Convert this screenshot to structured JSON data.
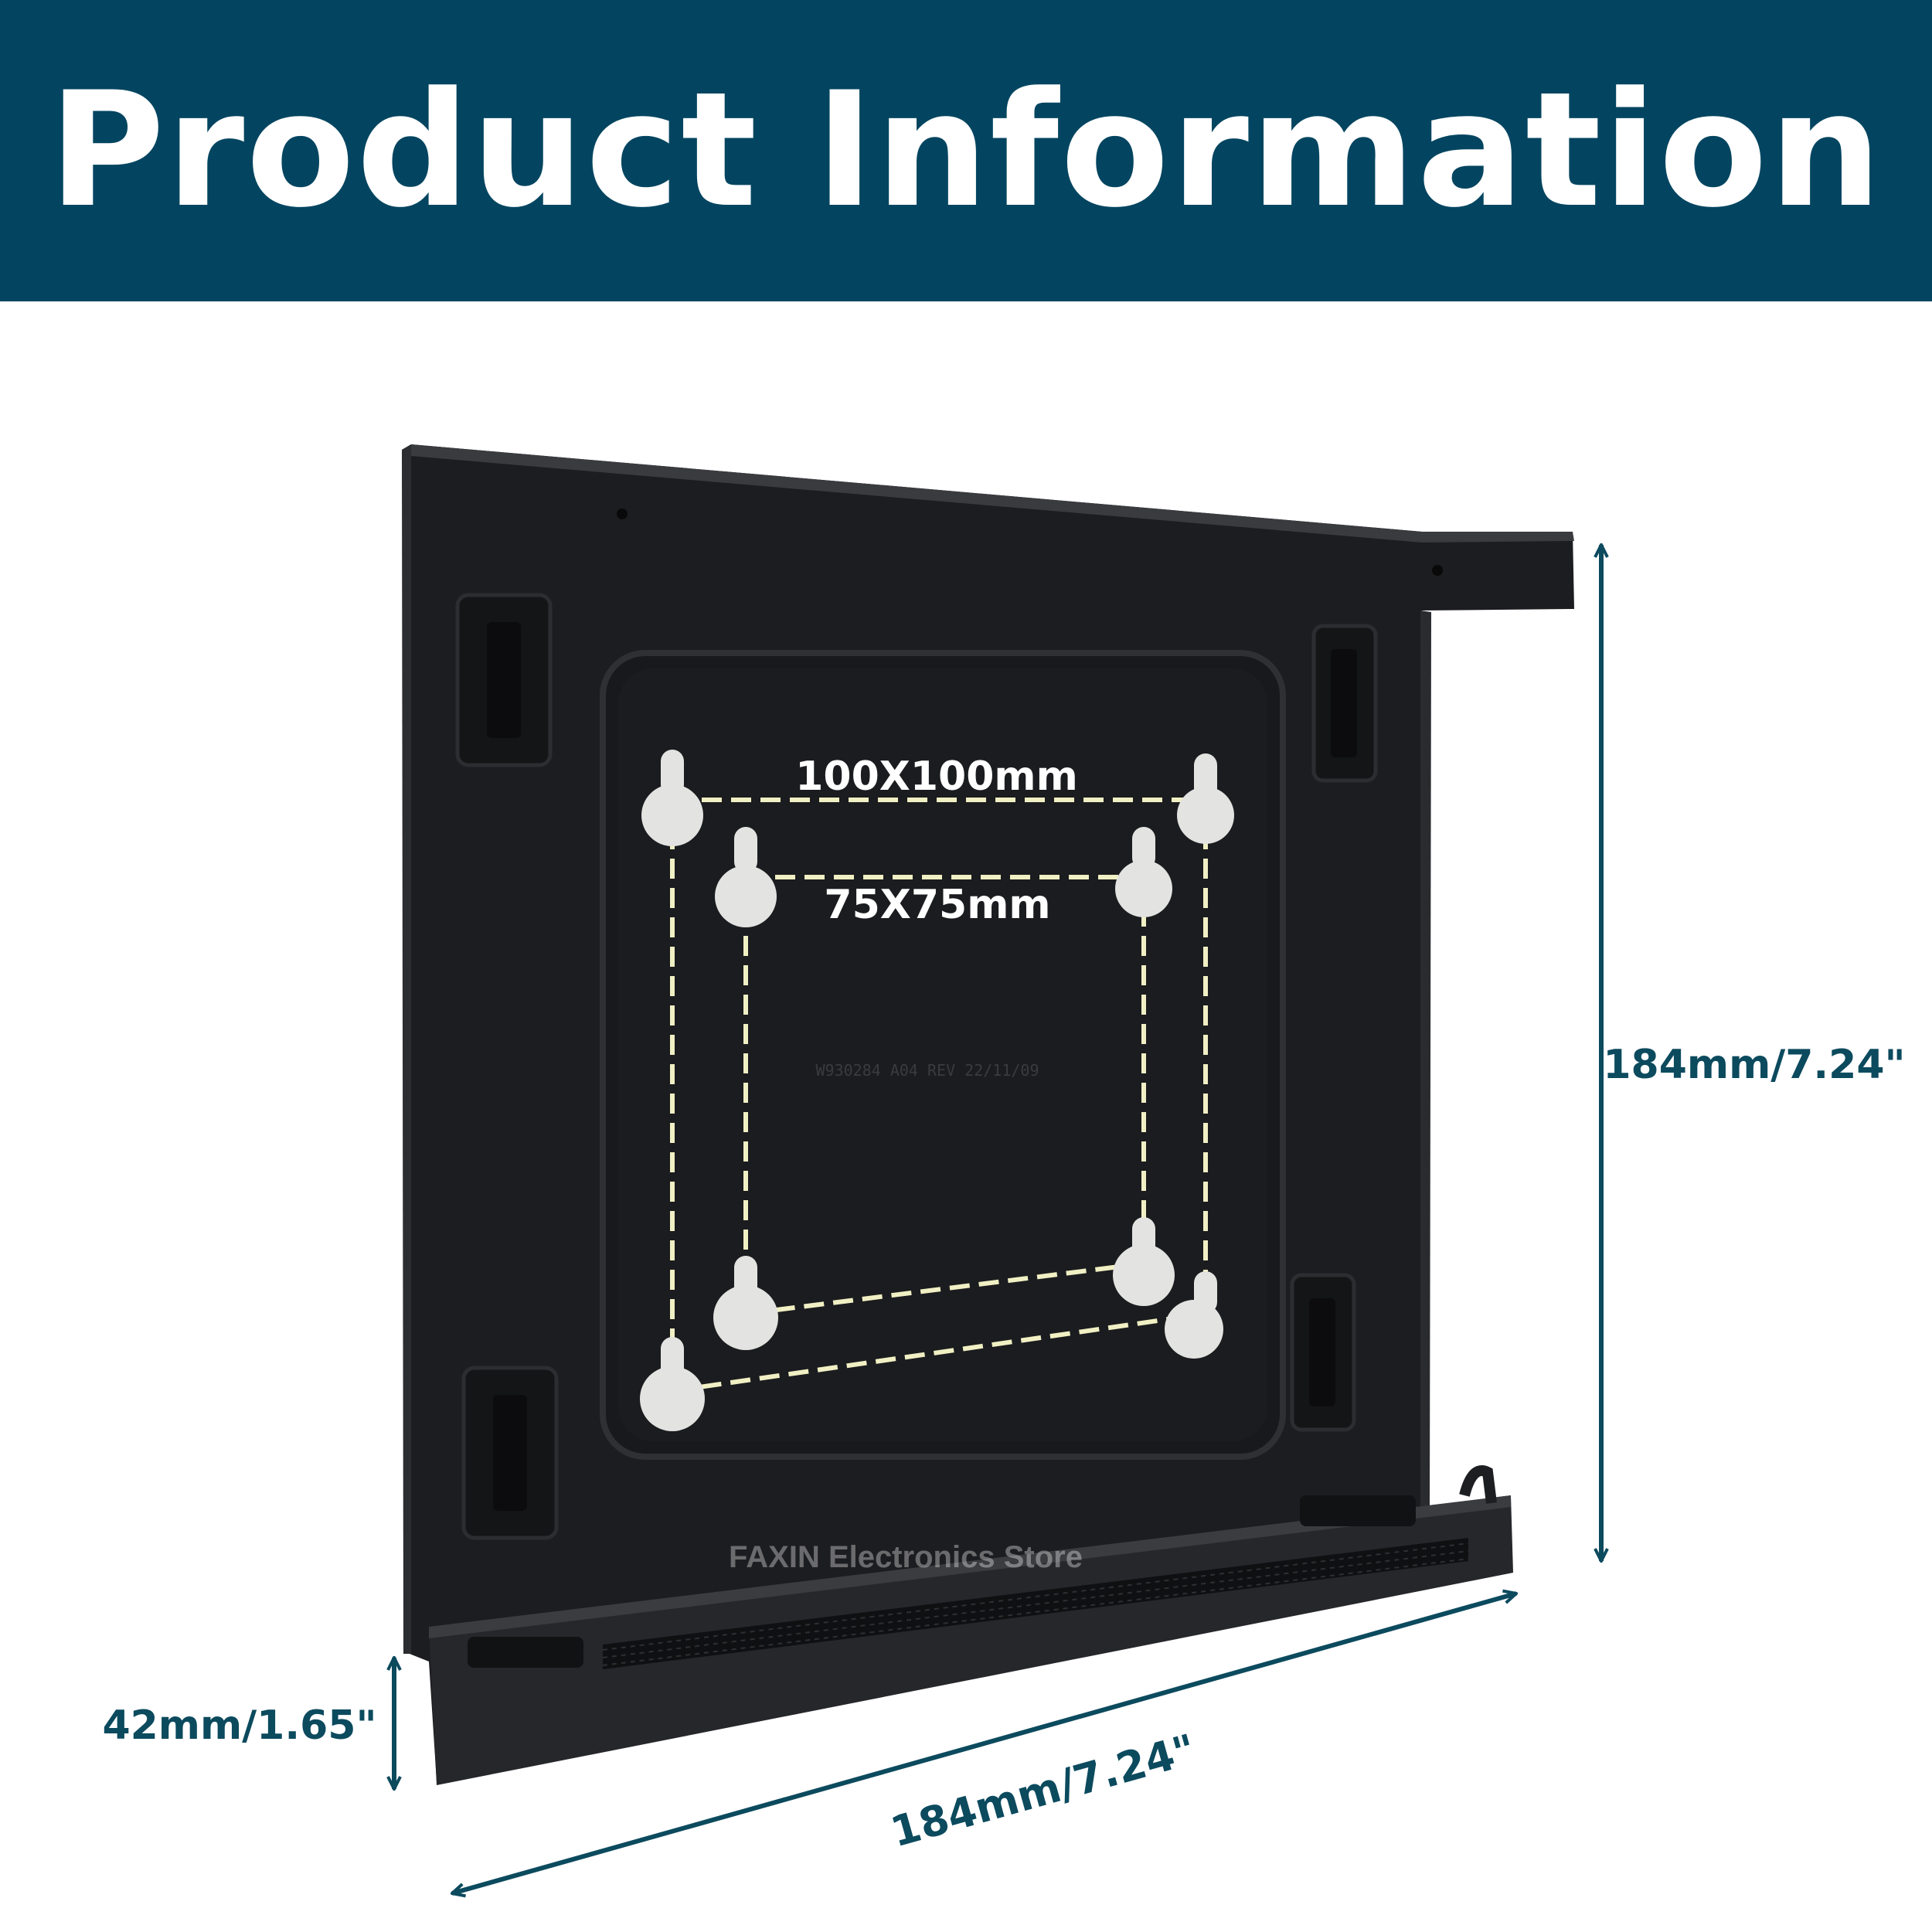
{
  "header": {
    "title": "Product Information"
  },
  "dimensions": {
    "height_label": "184mm/7.24\"",
    "width_label": "184mm/7.24\"",
    "depth_label": "42mm/1.65\""
  },
  "vesa": {
    "large_label": "100X100mm",
    "small_label": "75X75mm"
  },
  "watermark": "FAXIN Electronics Store",
  "stamp": "W930284 A04 REV 22/11/09",
  "colors": {
    "banner": "#034560",
    "dimension_text": "#0c4a5e",
    "bracket": "#1d1e21",
    "dash_lines": "#f1f0c4",
    "keyholes": "#e3e3e1"
  }
}
